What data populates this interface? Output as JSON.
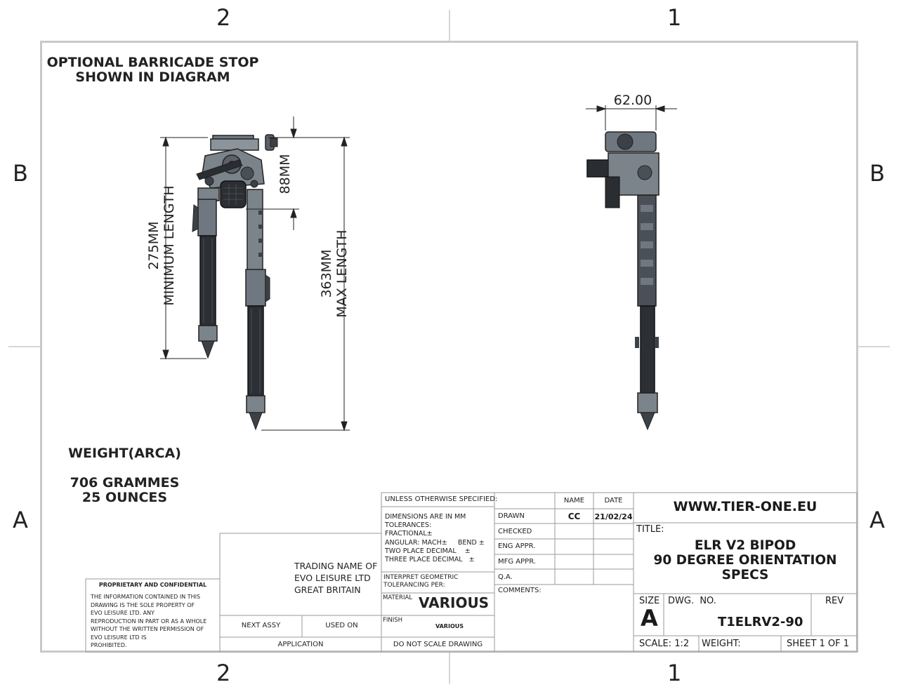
{
  "zones": {
    "top_left": "2",
    "top_right": "1",
    "bottom_left": "2",
    "bottom_right": "1",
    "left_upper": "B",
    "left_lower": "A",
    "right_upper": "B",
    "right_lower": "A"
  },
  "notes": {
    "barricade_line1": "OPTIONAL BARRICADE STOP",
    "barricade_line2": "SHOWN IN DIAGRAM",
    "weight_title": "WEIGHT(ARCA)",
    "weight_grams": "706 GRAMMES",
    "weight_ounces": "25 OUNCES"
  },
  "dimensions": {
    "min_length_value": "275MM",
    "min_length_label": "MINIMUM LENGTH",
    "max_length_value": "363MM",
    "max_length_label": "MAX LENGTH",
    "head_height": "88MM",
    "side_width": "62.00"
  },
  "title_block": {
    "proprietary_title": "PROPRIETARY AND CONFIDENTIAL",
    "proprietary_text": [
      "THE INFORMATION CONTAINED IN THIS",
      "DRAWING IS THE SOLE PROPERTY OF",
      "EVO LEISURE LTD.  ANY",
      "REPRODUCTION IN PART OR AS A WHOLE",
      "WITHOUT THE WRITTEN PERMISSION OF",
      "EVO LEISURE LTD IS",
      "PROHIBITED."
    ],
    "trading": [
      "TRADING NAME OF",
      "EVO LEISURE LTD",
      "GREAT BRITAIN"
    ],
    "next_assy": "NEXT ASSY",
    "used_on": "USED ON",
    "application": "APPLICATION",
    "unless": "UNLESS OTHERWISE SPECIFIED:",
    "tolerances": [
      "DIMENSIONS ARE IN MM",
      "TOLERANCES:",
      "FRACTIONAL±",
      "ANGULAR: MACH±     BEND ±",
      "TWO PLACE DECIMAL    ±",
      "THREE PLACE DECIMAL   ±"
    ],
    "interpret": [
      "INTERPRET GEOMETRIC",
      "TOLERANCING PER:"
    ],
    "material_label": "MATERIAL",
    "material_value": "VARIOUS",
    "finish_label": "FINISH",
    "finish_value": "VARIOUS",
    "do_not_scale": "DO NOT SCALE DRAWING",
    "name_header": "NAME",
    "date_header": "DATE",
    "drawn": "DRAWN",
    "drawn_name": "CC",
    "drawn_date": "21/02/24",
    "checked": "CHECKED",
    "eng_appr": "ENG APPR.",
    "mfg_appr": "MFG APPR.",
    "qa": "Q.A.",
    "comments": "COMMENTS:",
    "website": "WWW.TIER-ONE.EU",
    "title_label": "TITLE:",
    "title_lines": [
      "ELR V2 BIPOD",
      "90 DEGREE ORIENTATION",
      "SPECS"
    ],
    "size_label": "SIZE",
    "size_value": "A",
    "dwg_no_label": "DWG.  NO.",
    "dwg_no": "T1ELRV2-90",
    "rev_label": "REV",
    "scale": "SCALE: 1:2",
    "weight_label": "WEIGHT:",
    "sheet": "SHEET 1 OF 1"
  }
}
